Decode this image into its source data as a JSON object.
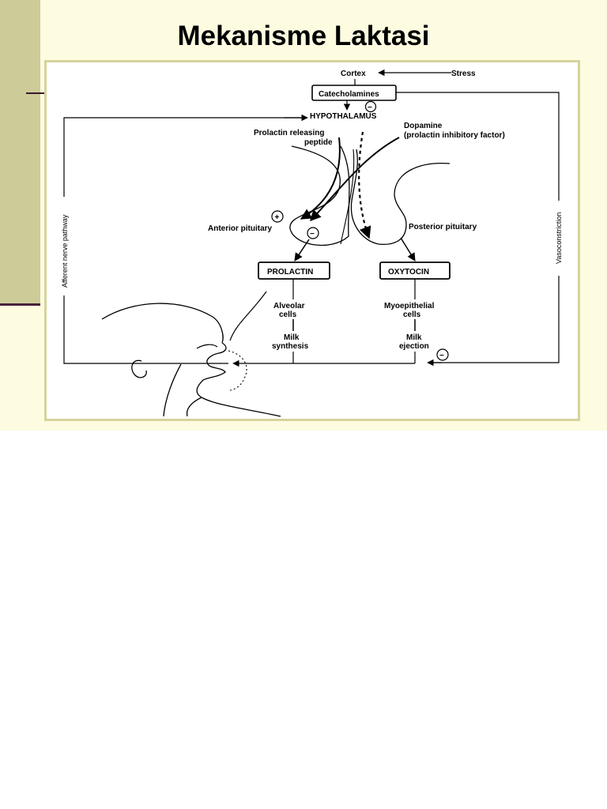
{
  "slide": {
    "title": "Mekanisme Laktasi"
  },
  "diagram": {
    "cortex": "Cortex",
    "stress": "Stress",
    "catecholamines": "Catecholamines",
    "hypothalamus": "HYPOTHALAMUS",
    "prolactin_releasing_1": "Prolactin releasing",
    "prolactin_releasing_2": "peptide",
    "dopamine_1": "Dopamine",
    "dopamine_2": "(prolactin inhibitory factor)",
    "anterior_pituitary": "Anterior pituitary",
    "posterior_pituitary": "Posterior pituitary",
    "prolactin": "PROLACTIN",
    "oxytocin": "OXYTOCIN",
    "alveolar_1": "Alveolar",
    "alveolar_2": "cells",
    "milk_synthesis_1": "Milk",
    "milk_synthesis_2": "synthesis",
    "myoepithelial_1": "Myoepithelial",
    "myoepithelial_2": "cells",
    "milk_ejection_1": "Milk",
    "milk_ejection_2": "ejection",
    "afferent": "Afferent nerve pathway",
    "vasoconstriction": "Vasoconstriction",
    "plus_sign": "+",
    "minus_sign": "−"
  }
}
